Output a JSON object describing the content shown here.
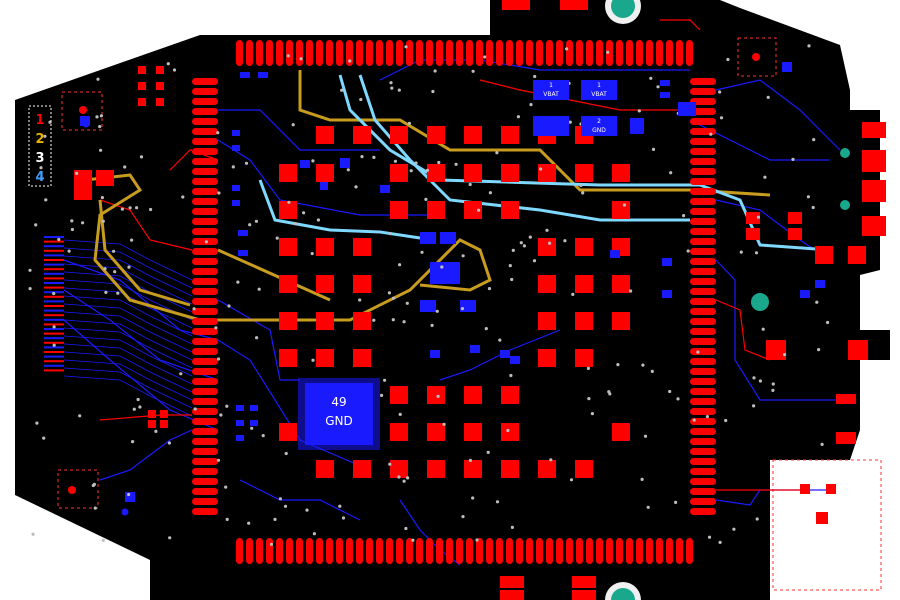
{
  "colors": {
    "background": "#ffffff",
    "board": "#000000",
    "pad_red": "#ff0000",
    "copper_blue": "#1a1aff",
    "trace_gold": "#c89c1e",
    "trace_cyan": "#7fd8ff",
    "via_gray": "#bdbdbd",
    "teal_hole": "#1aa88c",
    "keepout": "#ff3030"
  },
  "chip": {
    "pin_number": "49",
    "net_name": "GND"
  },
  "battery_pads": [
    {
      "number": "1",
      "net": "VBAT"
    },
    {
      "number": "1",
      "net": "VBAT"
    },
    {
      "number": "2",
      "net": "GND"
    }
  ],
  "layer_tags": [
    "1",
    "2",
    "3",
    "4"
  ]
}
